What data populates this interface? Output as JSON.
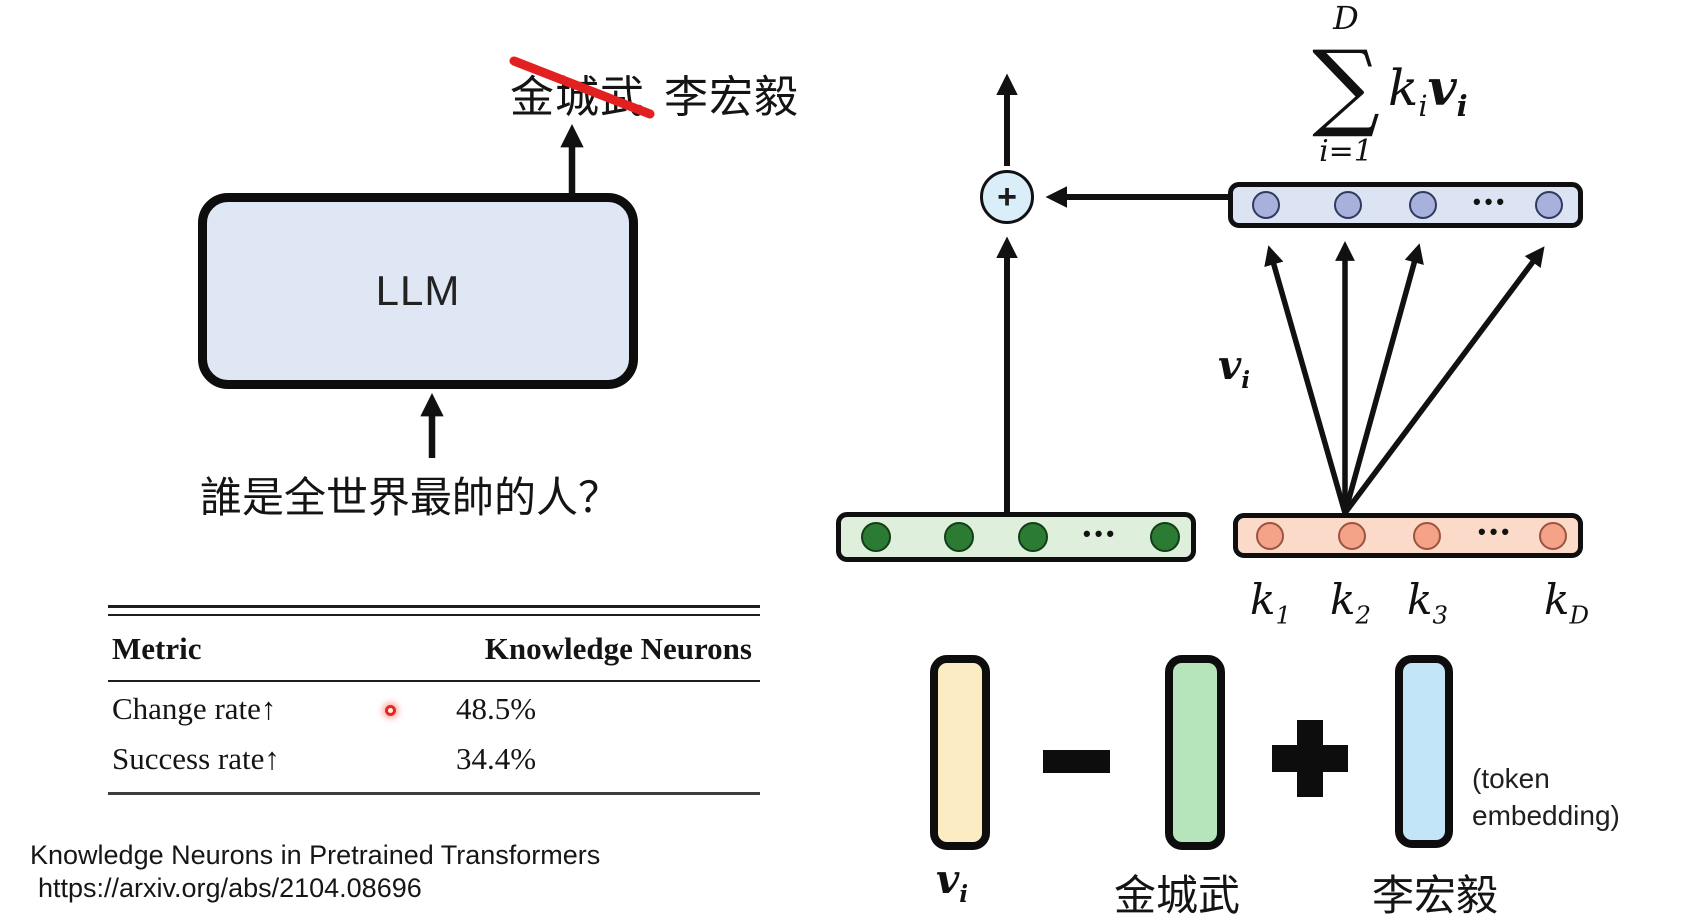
{
  "left": {
    "wrong_answer": "金城武",
    "correct_answer": "李宏毅",
    "llm_label": "LLM",
    "question": "誰是全世界最帥的人？"
  },
  "table": {
    "col_metric": "Metric",
    "col_value": "Knowledge Neurons",
    "rows": [
      {
        "metric": "Change rate↑",
        "value": "48.5%"
      },
      {
        "metric": "Success rate↑",
        "value": "34.4%"
      }
    ]
  },
  "citation": {
    "title": "Knowledge Neurons in Pretrained Transformers",
    "url": "https://arxiv.org/abs/2104.08696"
  },
  "formula": {
    "sum_upper": "D",
    "sigma": "∑",
    "sum_lower": "i=1",
    "k": "k",
    "k_sub": "i",
    "v": "v",
    "v_sub": "i"
  },
  "diagram": {
    "plus_node": "+",
    "ellipsis": "•••",
    "v_label": "v",
    "v_label_sub": "i",
    "k_labels": [
      {
        "base": "k",
        "sub": "1"
      },
      {
        "base": "k",
        "sub": "2"
      },
      {
        "base": "k",
        "sub": "3"
      },
      {
        "base": "k",
        "sub": "D"
      }
    ]
  },
  "equation": {
    "v": "v",
    "v_sub": "i",
    "minus": "−",
    "plus": "+",
    "subtracted_label": "金城武",
    "added_label": "李宏毅",
    "note_line1": "(token",
    "note_line2": "embedding)"
  },
  "colors": {
    "llm_box_fill": "#dfe6f4",
    "value_vector_fill": "#dce3f2",
    "value_neuron": "#a7b1dc",
    "output_vector_fill": "#def0db",
    "output_neuron": "#2b7b33",
    "key_vector_fill": "#fbdaca",
    "key_neuron": "#f4a388",
    "sum_node_fill": "#d9eef9",
    "bar_yellow": "#fcecc3",
    "bar_green": "#b7e5bb",
    "bar_blue": "#c3e5f8",
    "strike_red": "#e32020"
  }
}
